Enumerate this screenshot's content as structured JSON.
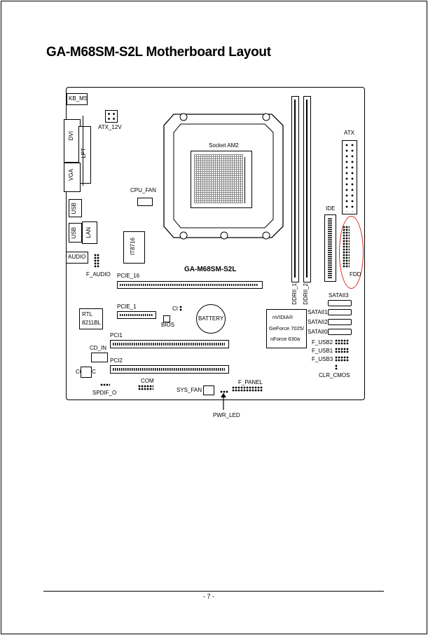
{
  "title": "GA-M68SM-S2L Motherboard Layout",
  "page_number": "- 7 -",
  "board": {
    "model_label": "GA-M68SM-S2L",
    "labels": {
      "kb_ms": "KB_MS",
      "dvi": "DVI",
      "lpt": "LPT",
      "vga": "VGA",
      "usb_top": "USB",
      "usb_bottom": "USB",
      "lan": "LAN",
      "audio": "AUDIO",
      "f_audio": "F_AUDIO",
      "atx_12v": "ATX_12V",
      "socket": "Socket AM2",
      "cpu_fan": "CPU_FAN",
      "it8716": "IT8716",
      "pcie_16": "PCIE_16",
      "pcie_1": "PCIE_1",
      "ci": "CI",
      "bios": "BIOS",
      "battery": "BATTERY",
      "rtl": "RTL",
      "rtl_model": "8211BL",
      "cd_in": "CD_IN",
      "codec": "CODEC",
      "spdif_o": "SPDIF_O",
      "pci1": "PCI1",
      "pci2": "PCI2",
      "com": "COM",
      "sys_fan": "SYS_FAN",
      "f_panel": "F_PANEL",
      "pwr_led": "PWR_LED",
      "atx": "ATX",
      "ide": "IDE",
      "fdd": "FDD",
      "ddrii_1": "DDRII_1",
      "ddrii_2": "DDRII_2",
      "sataii3": "SATAII3",
      "sataii1": "SATAII1",
      "sataii2": "SATAII2",
      "sataii0": "SATAII0",
      "chip_line1": "nVIDIA®",
      "chip_line2": "GeForce 7025/",
      "chip_line3": "nForce 630a",
      "f_usb2": "F_USB2",
      "f_usb1": "F_USB1",
      "f_usb3": "F_USB3",
      "clr_cmos": "CLR_CMOS"
    }
  },
  "colors": {
    "highlight_circle": "#d9251d",
    "ink": "#000000"
  }
}
